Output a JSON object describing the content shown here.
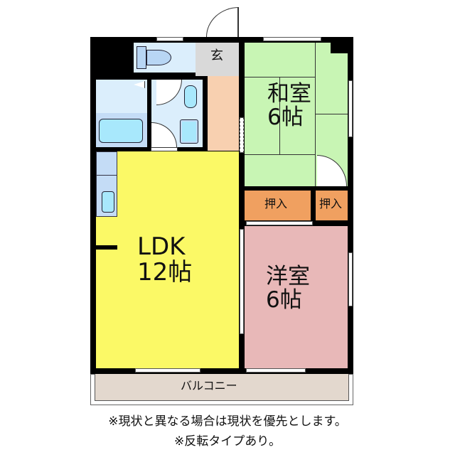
{
  "floorplan": {
    "rooms": {
      "ldk": {
        "name": "LDK",
        "size": "12帖",
        "color": "#fbf966"
      },
      "washitsu": {
        "name": "和室",
        "size": "6帖",
        "color": "#c8f5b4"
      },
      "youshitsu": {
        "name": "洋室",
        "size": "6帖",
        "color": "#e8b8b8"
      },
      "genkan": {
        "name": "玄",
        "color": "#d9d9d9"
      },
      "oshiire_1": {
        "name": "押入",
        "color": "#f0a060"
      },
      "oshiire_2": {
        "name": "押入",
        "color": "#f0a060"
      },
      "balcony": {
        "name": "バルコニー",
        "color": "#e3d8ce"
      },
      "hallway": {
        "color": "#f8d0b0"
      },
      "bath_area": {
        "color": "#c4dcf6"
      }
    }
  },
  "notes": {
    "line1": "※現状と異なる場合は現状を優先とします。",
    "line2": "※反転タイプあり。"
  }
}
